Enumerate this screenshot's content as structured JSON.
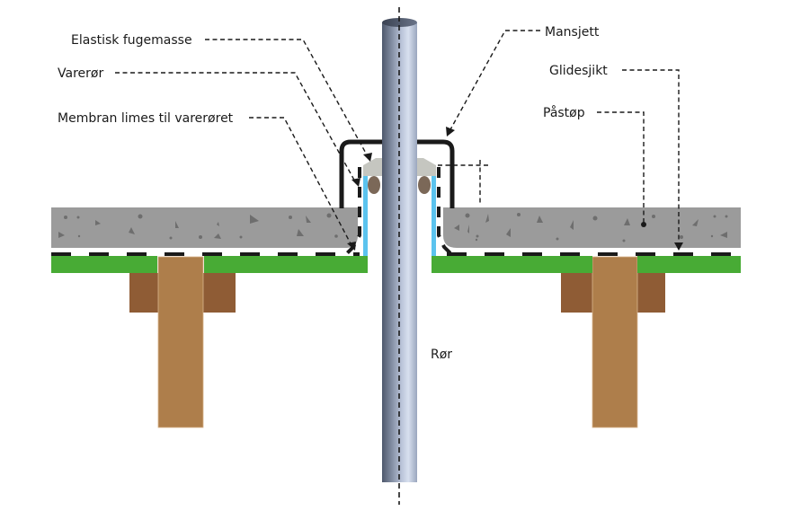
{
  "diagram": {
    "title": "Gjennomføring av rør i dekke med varerør og mansjett",
    "labels": {
      "elastisk_fugemasse": "Elastisk fugemasse",
      "vareror": "Varerør",
      "membran": "Membran limes til varerøret",
      "mansjett": "Mansjett",
      "glidesjikt": "Glidesjikt",
      "pastop": "Påstøp",
      "ror": "Rør"
    },
    "colors": {
      "concrete": "#9b9b9b",
      "concrete_speckle": "#6e6e6e",
      "deck_green": "#48ab35",
      "beam_light": "#ae7e4b",
      "beam_dark": "#8f5c35",
      "sleeve_blue": "#5bc3ee",
      "sealant_grey": "#c5c6c0",
      "backer_rod": "#7b6858",
      "membrane_black": "#1a1a1a",
      "pipe_dark": "#5a6579",
      "pipe_light": "#d4dcec"
    }
  }
}
